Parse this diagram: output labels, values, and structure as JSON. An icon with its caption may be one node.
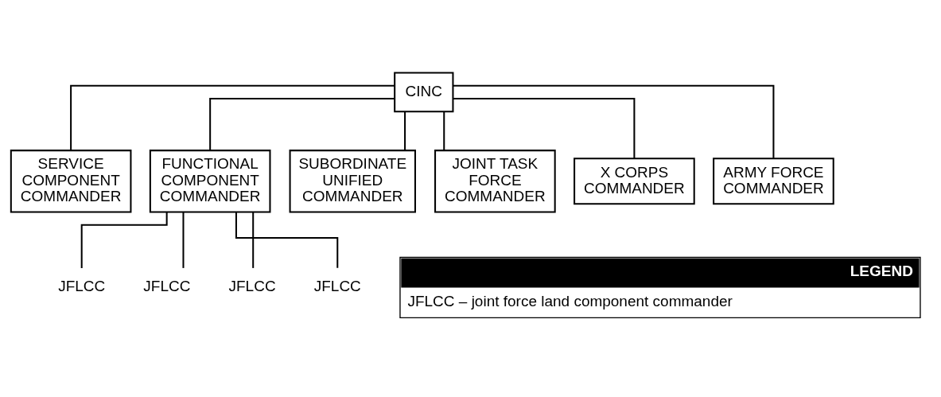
{
  "diagram": {
    "nodes": [
      {
        "text": [
          "CINC"
        ]
      },
      {
        "text": [
          "SERVICE COMPONENT COMMANDER"
        ]
      },
      {
        "text": [
          "FUNCTIONAL COMPONENT COMMANDER"
        ]
      },
      {
        "text": [
          "SUBORDINATE UNIFIED COMMANDER"
        ]
      },
      {
        "text": [
          "JOINT TASK FORCE COMMANDER"
        ]
      },
      {
        "text": [
          "X CORPS COMMANDER"
        ]
      },
      {
        "text": [
          "ARMY FORCE COMMANDER"
        ]
      },
      {
        "text": [
          "JFLCC"
        ]
      },
      {
        "text": [
          "JFLCC"
        ]
      },
      {
        "text": [
          "JFLCC"
        ]
      },
      {
        "text": [
          "JFLCC"
        ]
      }
    ],
    "edges": [
      {
        "from": 0,
        "to": 1,
        "arrow": "none"
      },
      {
        "from": 0,
        "to": 2,
        "arrow": "none"
      },
      {
        "from": 0,
        "to": 3,
        "arrow": "none"
      },
      {
        "from": 0,
        "to": 4,
        "arrow": "none"
      },
      {
        "from": 0,
        "to": 5,
        "arrow": "none"
      },
      {
        "from": 0,
        "to": 6,
        "arrow": "none"
      },
      {
        "from": 2,
        "to": 7,
        "arrow": "none"
      },
      {
        "from": 2,
        "to": 8,
        "arrow": "none"
      },
      {
        "from": 2,
        "to": 9,
        "arrow": "none"
      },
      {
        "from": 2,
        "to": 10,
        "arrow": "none"
      }
    ],
    "labels": [
      "LEGEND",
      "JFLCC – joint force land component commander"
    ]
  }
}
